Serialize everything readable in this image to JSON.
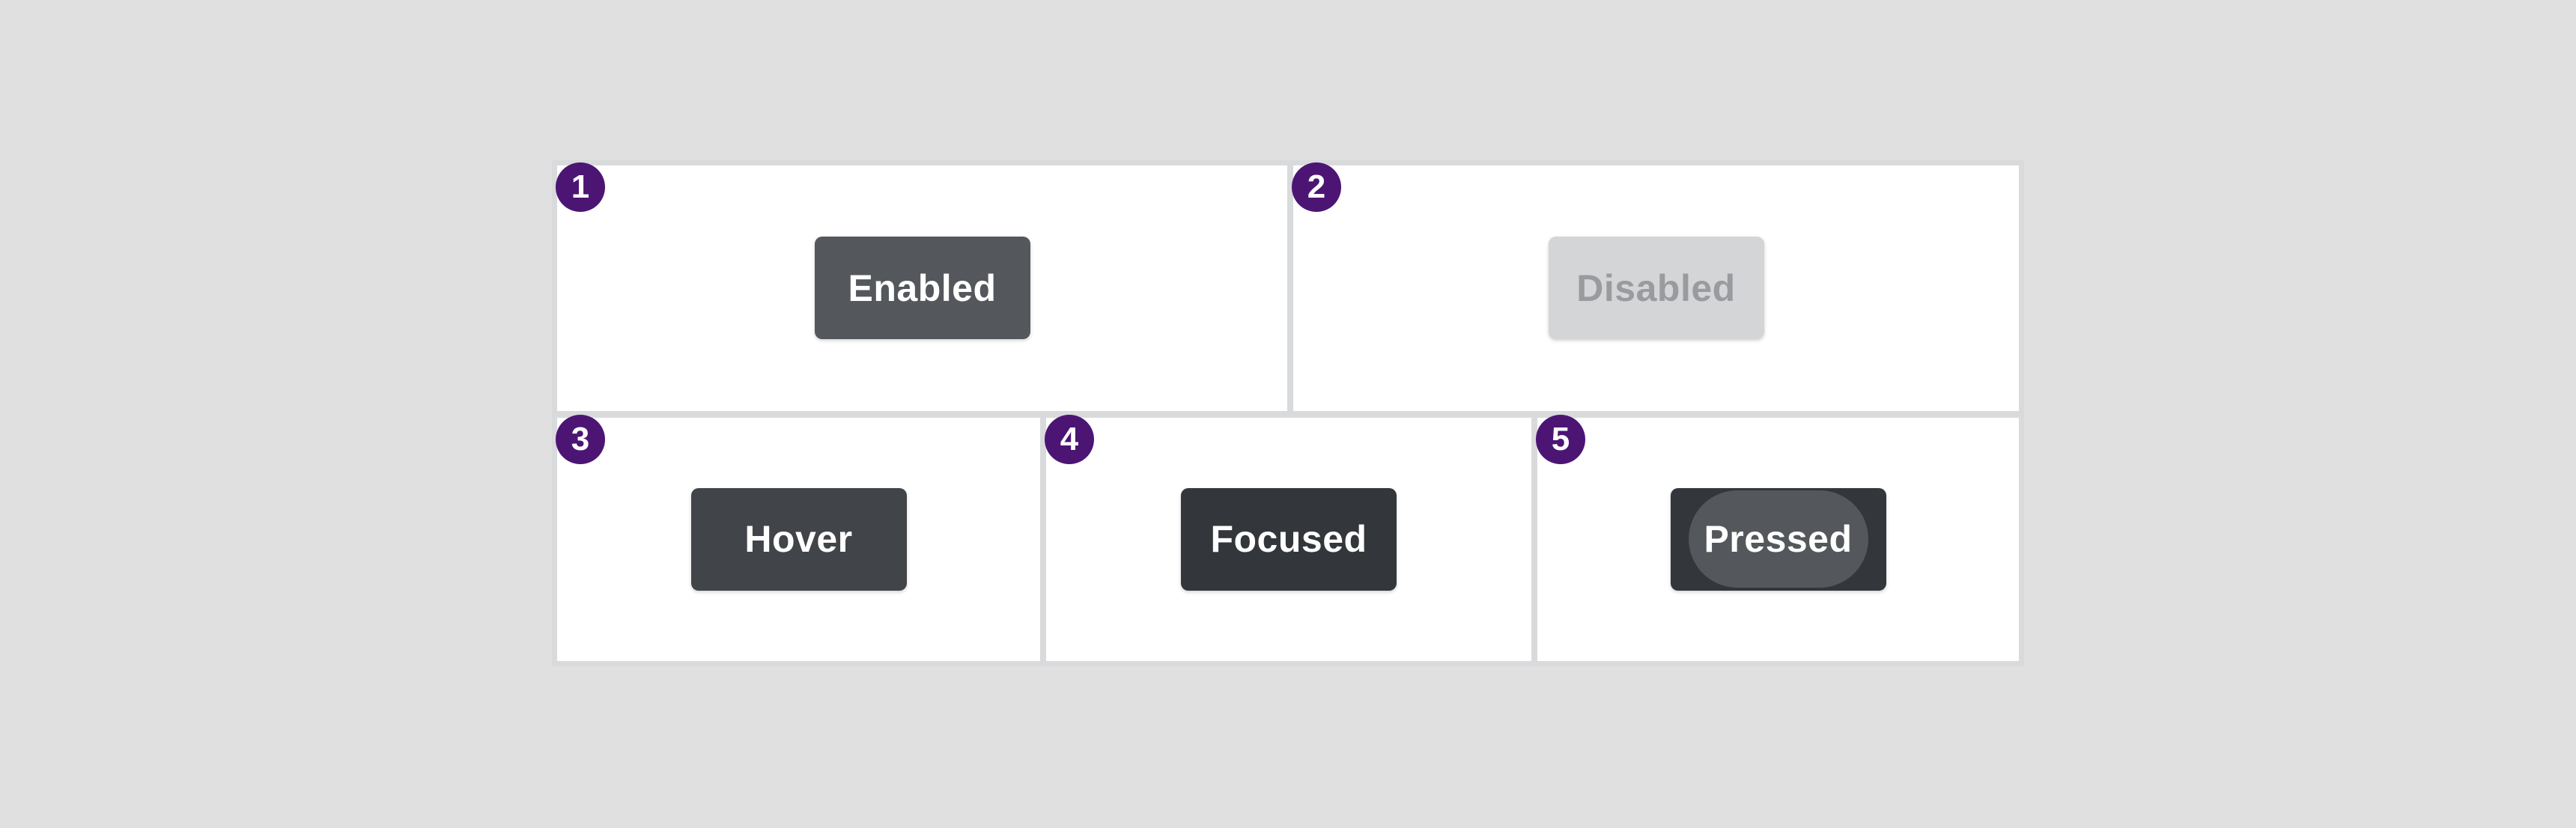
{
  "page": {
    "background": "#e0e0e1",
    "grid_line_color": "#d8dadc",
    "panel_background": "#ffffff"
  },
  "annotation": {
    "badge_color": "#4c1574",
    "badge_text_color": "#ffffff"
  },
  "panels": [
    {
      "badge": "1",
      "state": "enabled",
      "button": {
        "label": "Enabled",
        "bg": "#54575b",
        "text_color": "#ffffff"
      }
    },
    {
      "badge": "2",
      "state": "disabled",
      "button": {
        "label": "Disabled",
        "bg": "#d4d5d7",
        "text_color": "#9a9b9e"
      }
    },
    {
      "badge": "3",
      "state": "hover",
      "button": {
        "label": "Hover",
        "bg": "#414449",
        "text_color": "#ffffff"
      }
    },
    {
      "badge": "4",
      "state": "focused",
      "button": {
        "label": "Focused",
        "bg": "#33363b",
        "text_color": "#ffffff"
      }
    },
    {
      "badge": "5",
      "state": "pressed",
      "button": {
        "label": "Pressed",
        "bg": "#33363b",
        "text_color": "#ffffff",
        "ripple_color": "#54575b"
      }
    }
  ]
}
